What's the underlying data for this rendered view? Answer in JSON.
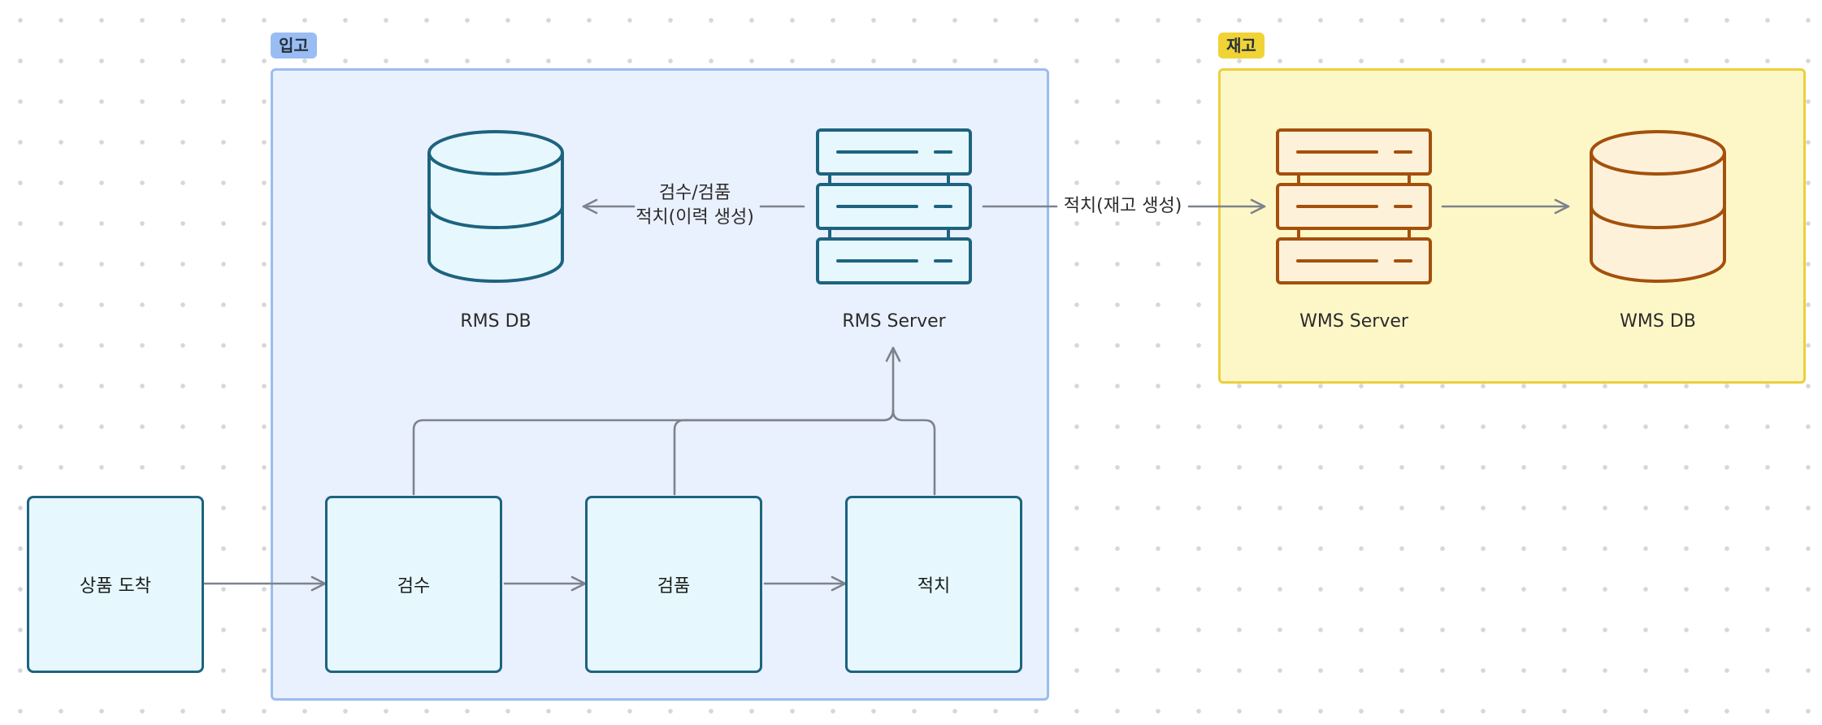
{
  "groups": {
    "inbound": {
      "label": "입고",
      "border": "#9bbcef",
      "fill": "#eaf1fe",
      "tag_bg": "#99bdf3"
    },
    "inventory": {
      "label": "재고",
      "border": "#ecd03c",
      "fill": "#fdf7c8",
      "tag_bg": "#f0d436"
    }
  },
  "process": {
    "arrival": "상품 도착",
    "inspection": "검수",
    "qc": "검품",
    "putaway": "적치"
  },
  "nodes": {
    "rms_db": {
      "label": "RMS DB",
      "icon": "database-icon"
    },
    "rms_server": {
      "label": "RMS Server",
      "icon": "server-icon"
    },
    "wms_server": {
      "label": "WMS Server",
      "icon": "server-icon"
    },
    "wms_db": {
      "label": "WMS DB",
      "icon": "database-icon"
    }
  },
  "edges": {
    "server_to_db_line1": "검수/검품",
    "server_to_db_line2": "적치(이력 생성)",
    "rms_to_wms": "적치(재고 생성)"
  },
  "colors": {
    "teal": "#1d6380",
    "teal_fill": "#e6f8fd",
    "orange": "#a4500c",
    "orange_fill": "#fdf1da",
    "arrow": "#7d838c"
  }
}
